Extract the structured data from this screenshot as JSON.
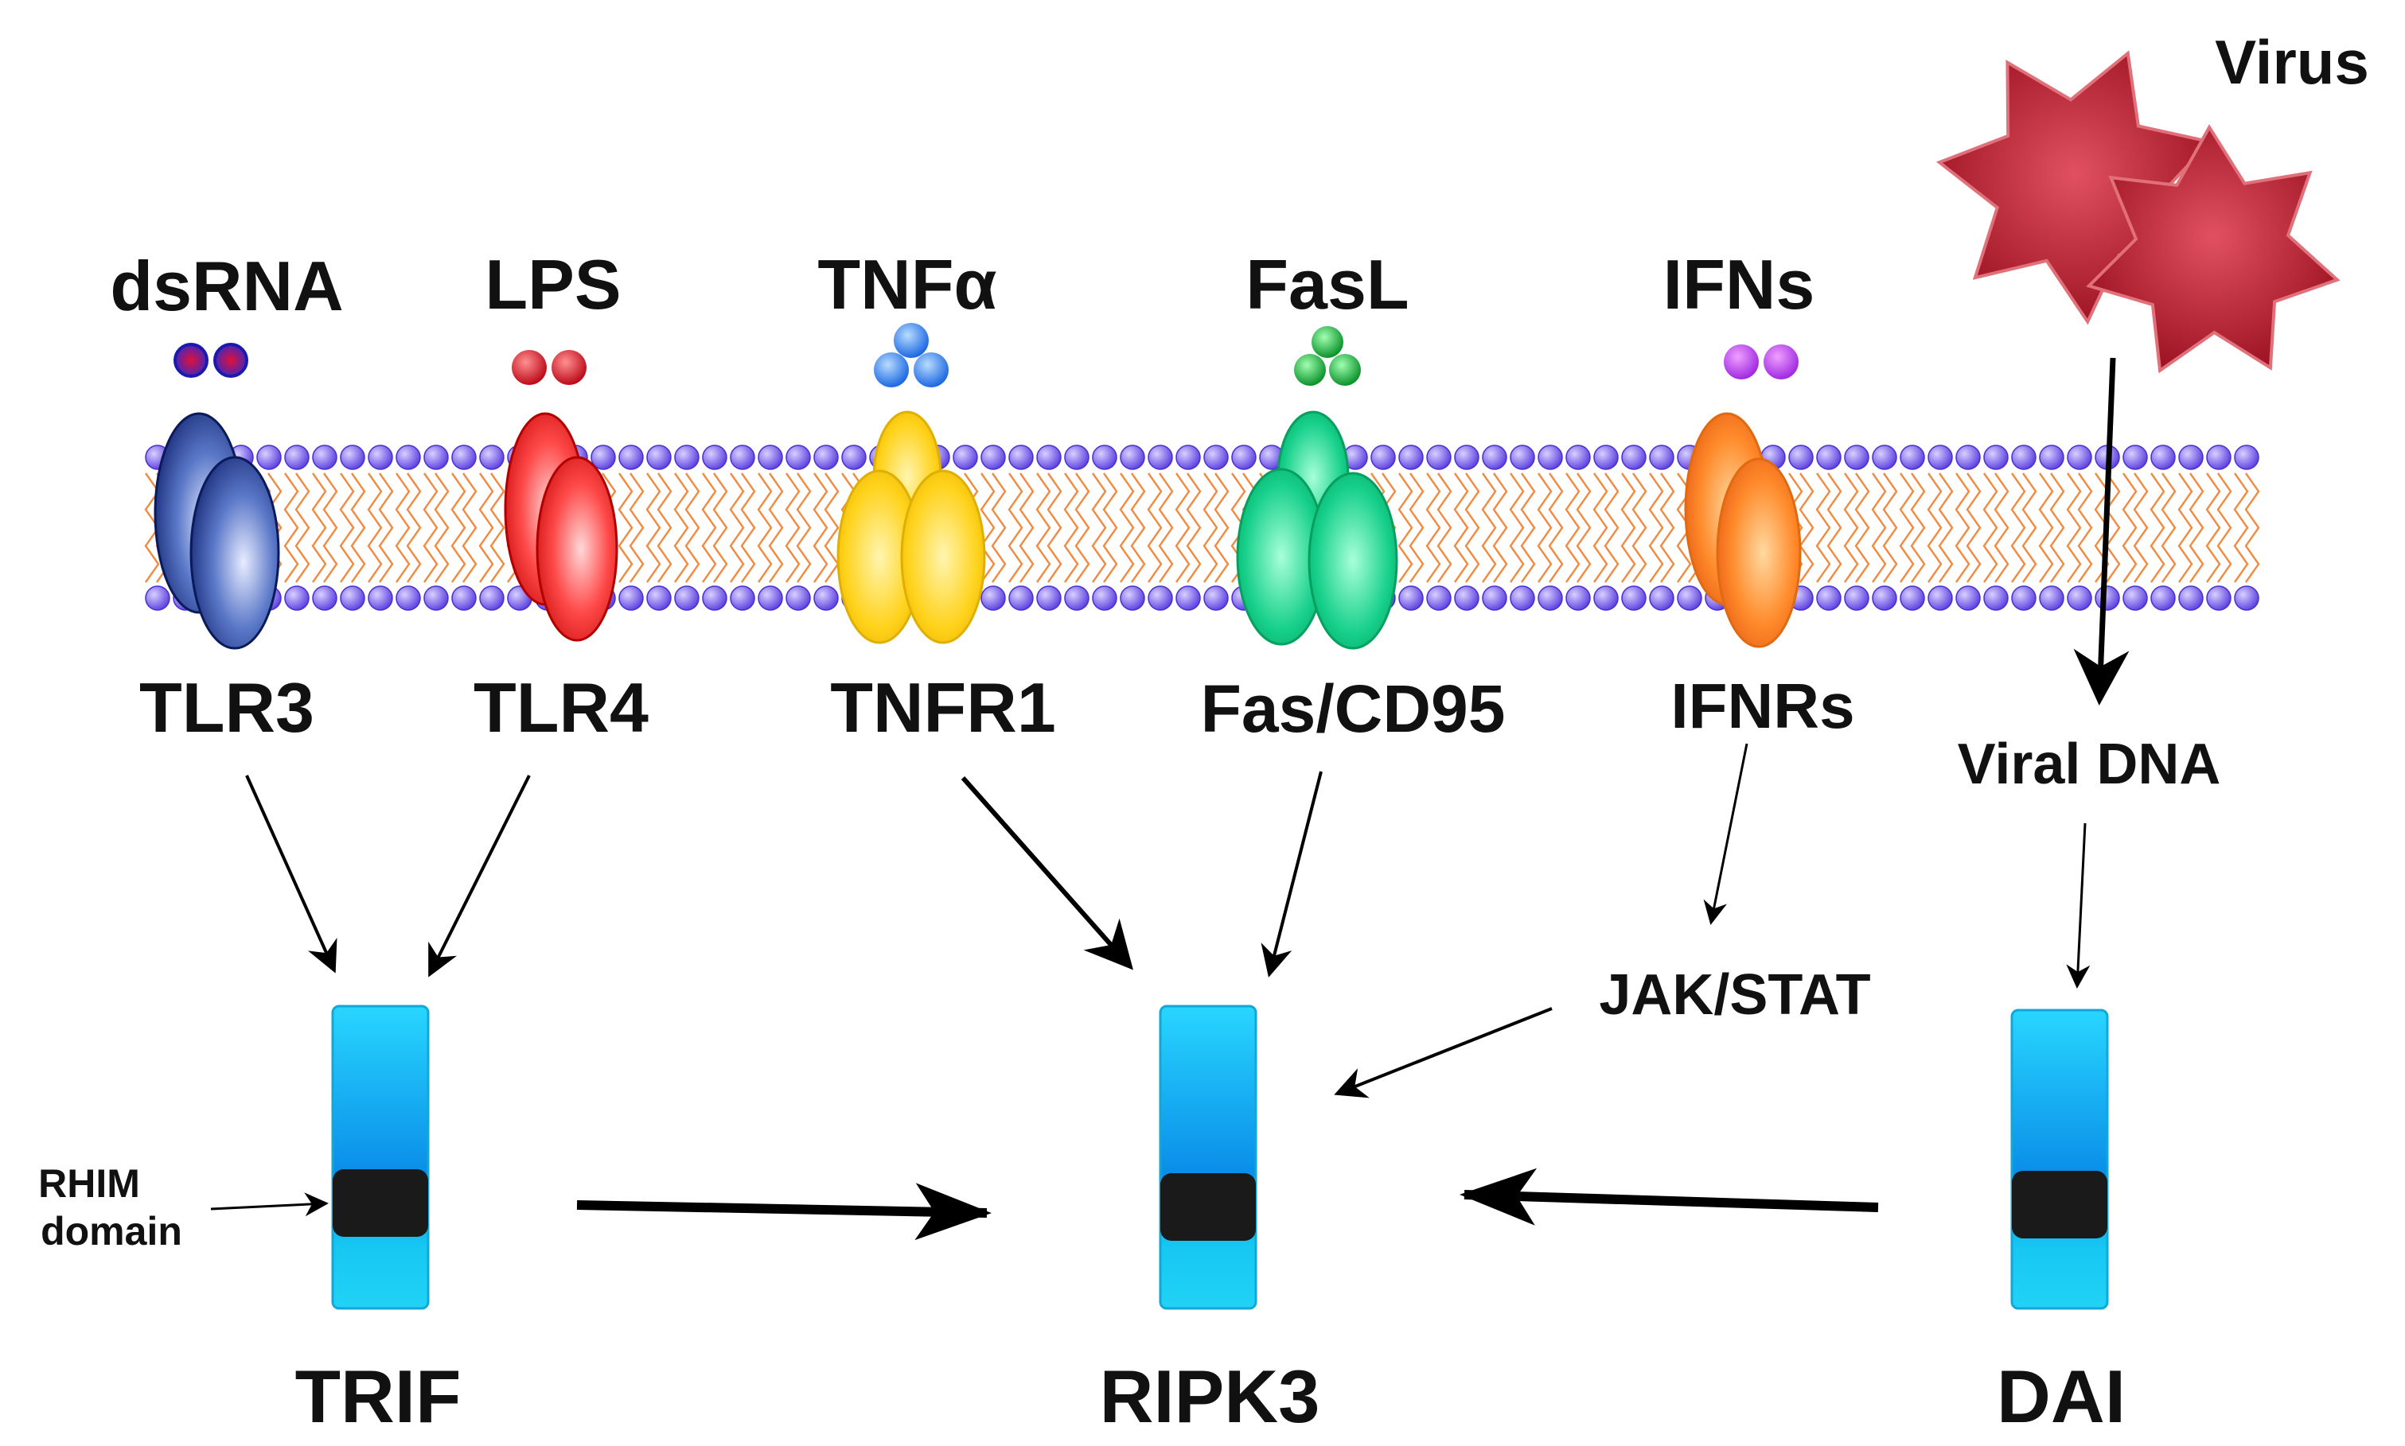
{
  "ligands": {
    "dsrna": "dsRNA",
    "lps": "LPS",
    "tnfa": "TNFα",
    "fasl": "FasL",
    "ifns": "IFNs",
    "virus": "Virus"
  },
  "receptors": {
    "tlr3": "TLR3",
    "tlr4": "TLR4",
    "tnfr1": "TNFR1",
    "fas": "Fas/CD95",
    "ifnrs": "IFNRs"
  },
  "intermediates": {
    "viral_dna": "Viral DNA",
    "jak_stat": "JAK/STAT"
  },
  "adaptors": {
    "trif": "TRIF",
    "ripk3": "RIPK3",
    "dai": "DAI"
  },
  "rhim_label": {
    "line1": "RHIM",
    "line2": "domain"
  },
  "colors": {
    "tlr3": "#1f3a93",
    "tlr4": "#e02020",
    "tnfr1": "#f5c400",
    "fas": "#12c27a",
    "ifnrs": "#ff7a1a",
    "virus": "#b3202a",
    "adaptor": "#14c8f0",
    "rhim": "#1a1a1a",
    "lipid_head": "#6a4de0"
  }
}
